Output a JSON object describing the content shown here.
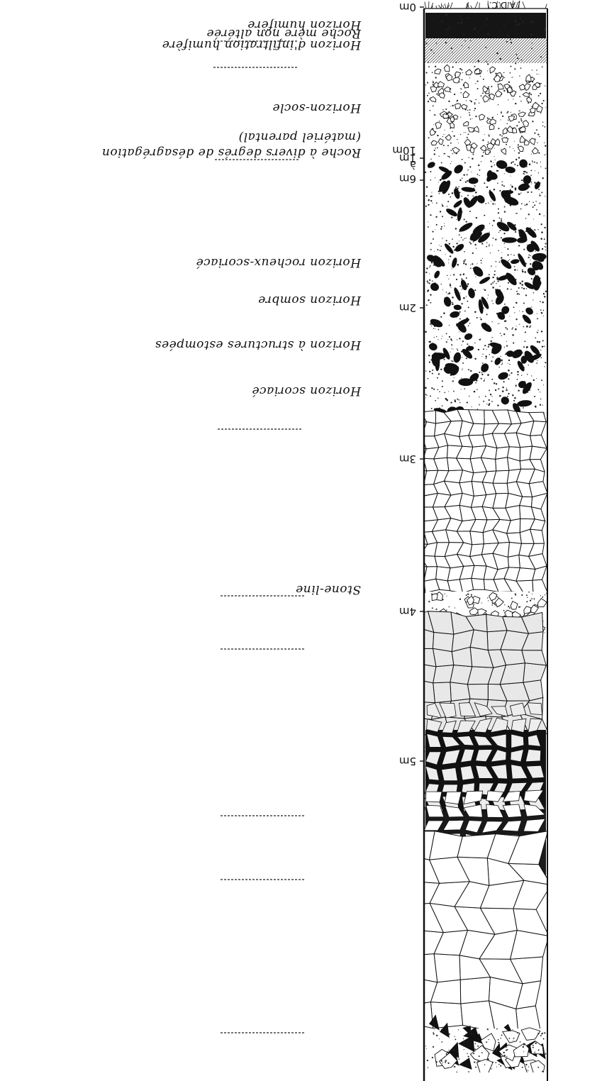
{
  "depth_scale": {
    "ticks": [
      {
        "label": "0m",
        "depth_m": 0
      },
      {
        "label": "1m",
        "depth_m": 1
      },
      {
        "label": "2m",
        "depth_m": 2
      },
      {
        "label": "3m",
        "depth_m": 3
      },
      {
        "label": "4m",
        "depth_m": 4
      },
      {
        "label": "5m",
        "depth_m": 5
      },
      {
        "label": "6m",
        "depth_m": 6
      },
      {
        "label": "à",
        "depth_m": null
      },
      {
        "label": "10m",
        "depth_m": 10
      }
    ]
  },
  "horizons": [
    {
      "id": "humifere",
      "lines": [
        "Horizon humifère"
      ],
      "pattern": "black-roots"
    },
    {
      "id": "infiltration",
      "lines": [
        "Horizon d'infiltration humifère"
      ],
      "pattern": "hatched"
    },
    {
      "id": "socle",
      "lines": [
        "Horizon-socle"
      ],
      "pattern": "small-gravel"
    },
    {
      "id": "sombre",
      "lines": [
        "Horizon sombre"
      ],
      "pattern": "dots-black-nodules"
    },
    {
      "id": "estompees",
      "lines": [
        "Horizon à structures estompées"
      ],
      "pattern": "small-polygons"
    },
    {
      "id": "stone-line",
      "lines": [
        "Stone-line"
      ],
      "pattern": "open-pebbles"
    },
    {
      "id": "scoriace",
      "lines": [
        "Horizon scoriacé"
      ],
      "pattern": "hatched-blocks-black"
    },
    {
      "id": "rocheux-scoriace",
      "lines": [
        "Horizon rocheux-scoriacé"
      ],
      "pattern": "black-blocks"
    },
    {
      "id": "parental",
      "lines": [
        "Roche à divers degrés de désagrégation",
        "(matériel parental)"
      ],
      "pattern": "large-polygons"
    },
    {
      "id": "roche-mere",
      "lines": [
        "Roche mère non altérée"
      ],
      "pattern": "black-angular"
    }
  ],
  "signature": "A.D.C."
}
